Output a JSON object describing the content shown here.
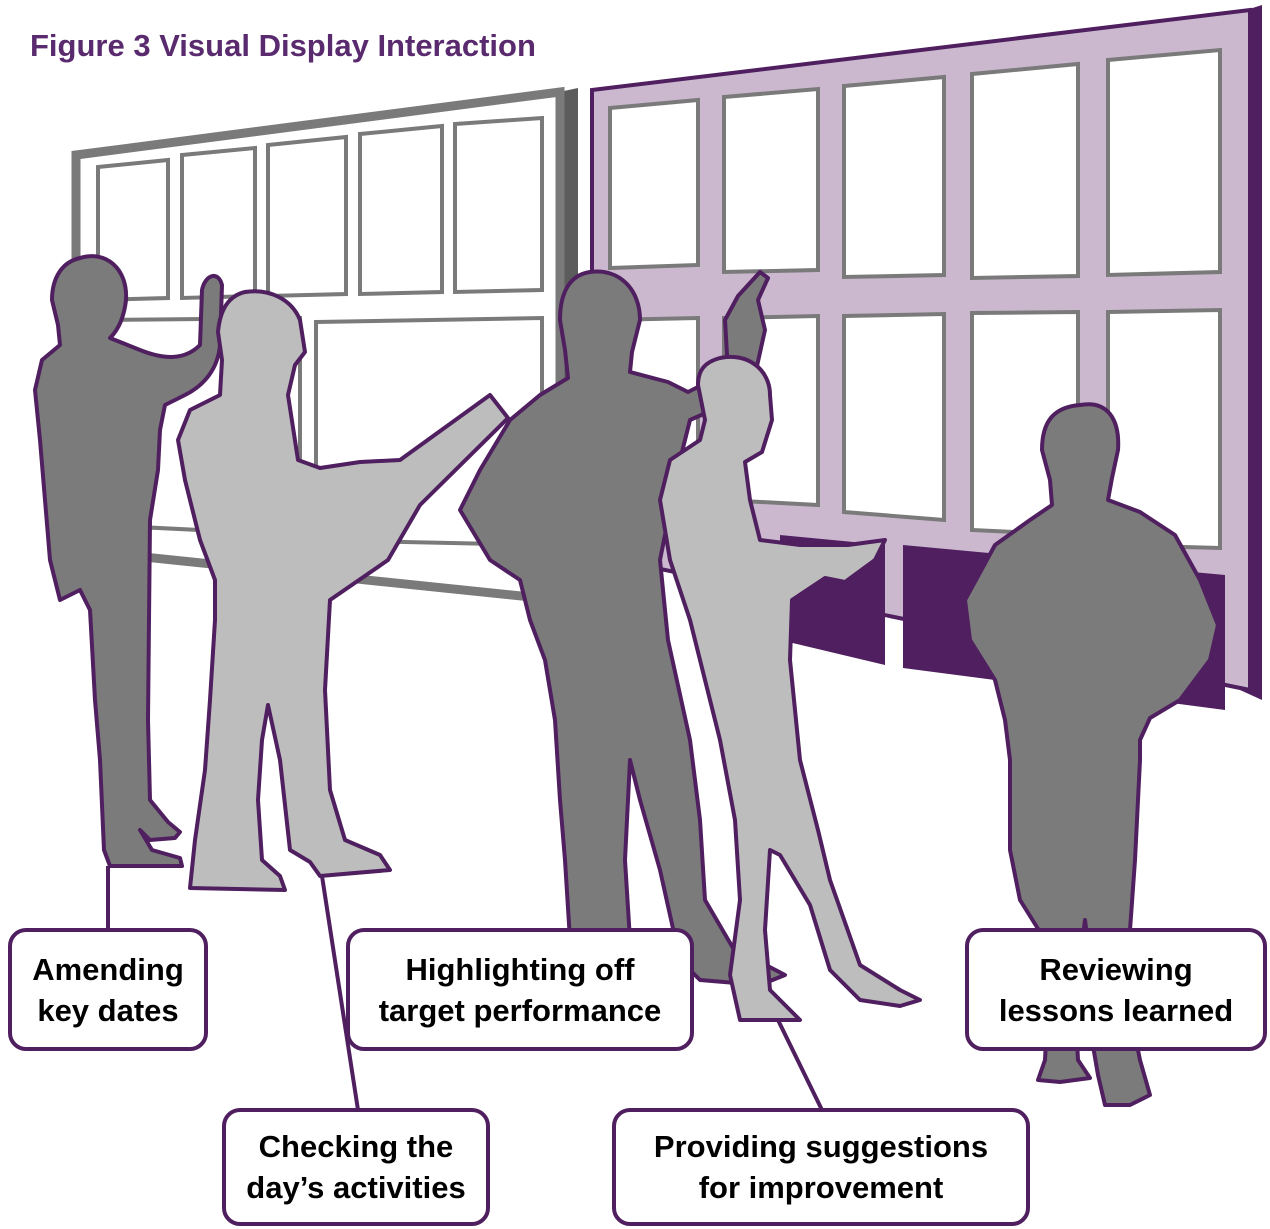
{
  "figure": {
    "title": "Figure 3 Visual Display Interaction"
  },
  "colors": {
    "purple_dark": "#4f1f5f",
    "purple_light": "#cbb8cf",
    "board_grey": "#7a7a7a",
    "person_dark": "#7b7b7b",
    "person_light": "#bdbdbd",
    "title": "#5a2a6e"
  },
  "callouts": {
    "amending": {
      "line1": "Amending",
      "line2": "key dates"
    },
    "checking": {
      "line1": "Checking the",
      "line2": "day’s activities"
    },
    "highlighting": {
      "line1": "Highlighting off",
      "line2": "target performance"
    },
    "providing": {
      "line1": "Providing suggestions",
      "line2": "for improvement"
    },
    "reviewing": {
      "line1": "Reviewing",
      "line2": "lessons learned"
    }
  }
}
